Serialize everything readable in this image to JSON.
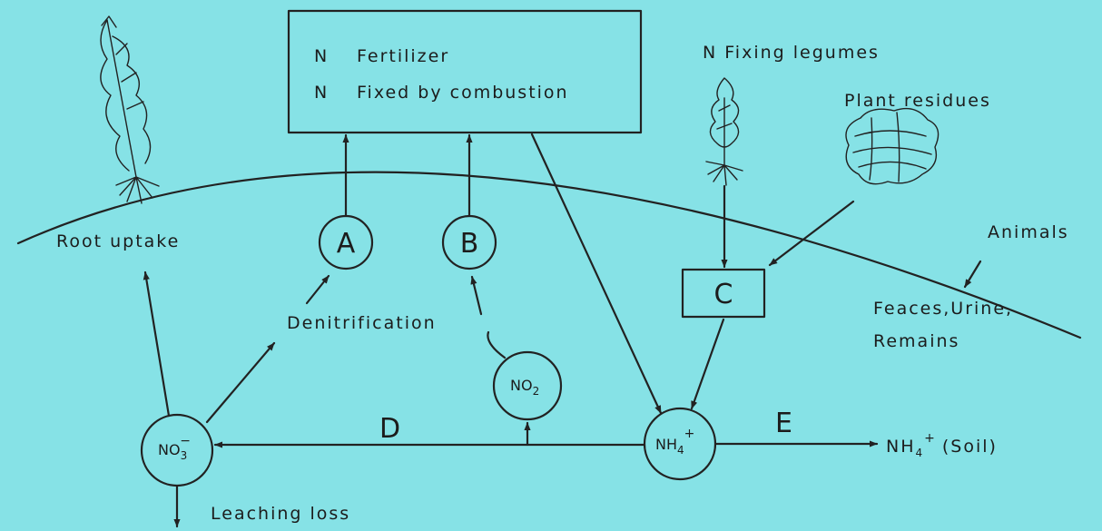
{
  "source_box": {
    "line1_prefix": "N",
    "line1_text": "Fertilizer",
    "line2_prefix": "N",
    "line2_text": "Fixed by combustion"
  },
  "labels": {
    "n_fixing_legumes": "N Fixing legumes",
    "plant_residues": "Plant residues",
    "root_uptake": "Root uptake",
    "animals": "Animals",
    "feaces": "Feaces,Urine,",
    "remains": "Remains",
    "denitrification": "Denitrification",
    "leaching_loss": "Leaching loss",
    "nh4_soil_main": "NH",
    "nh4_soil_sub": "4",
    "nh4_soil_sup": "+",
    "nh4_soil_tail": "(Soil)"
  },
  "nodes": {
    "a": "A",
    "b": "B",
    "c": "C",
    "d": "D",
    "e": "E",
    "no2_main": "NO",
    "no2_sub": "2",
    "no3_main": "NO",
    "no3_sub": "3",
    "no3_sup": "−",
    "nh4_main": "NH",
    "nh4_sub": "4",
    "nh4_sup": "+"
  },
  "colors": {
    "background": "#86e2e6",
    "ink": "#222222"
  }
}
